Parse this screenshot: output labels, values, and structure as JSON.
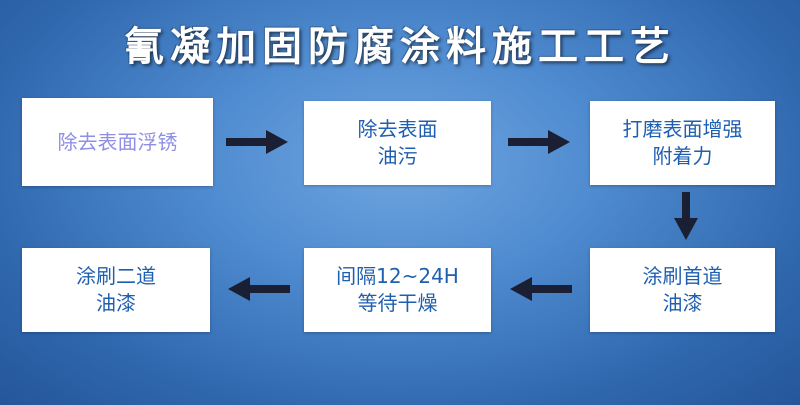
{
  "title": "氰凝加固防腐涂料施工工艺",
  "steps": [
    {
      "line1": "除去表面浮锈",
      "line2": ""
    },
    {
      "line1": "除去表面",
      "line2": "油污"
    },
    {
      "line1": "打磨表面增强",
      "line2": "附着力"
    },
    {
      "line1": "涂刷首道",
      "line2": "油漆"
    },
    {
      "line1": "间隔12~24H",
      "line2": "等待干燥"
    },
    {
      "line1": "涂刷二道",
      "line2": "油漆"
    }
  ],
  "colors": {
    "text": "#1f5fb0",
    "faded_text": "#8f8fe6",
    "arrow": "#1a1f33",
    "box": "#ffffff"
  }
}
